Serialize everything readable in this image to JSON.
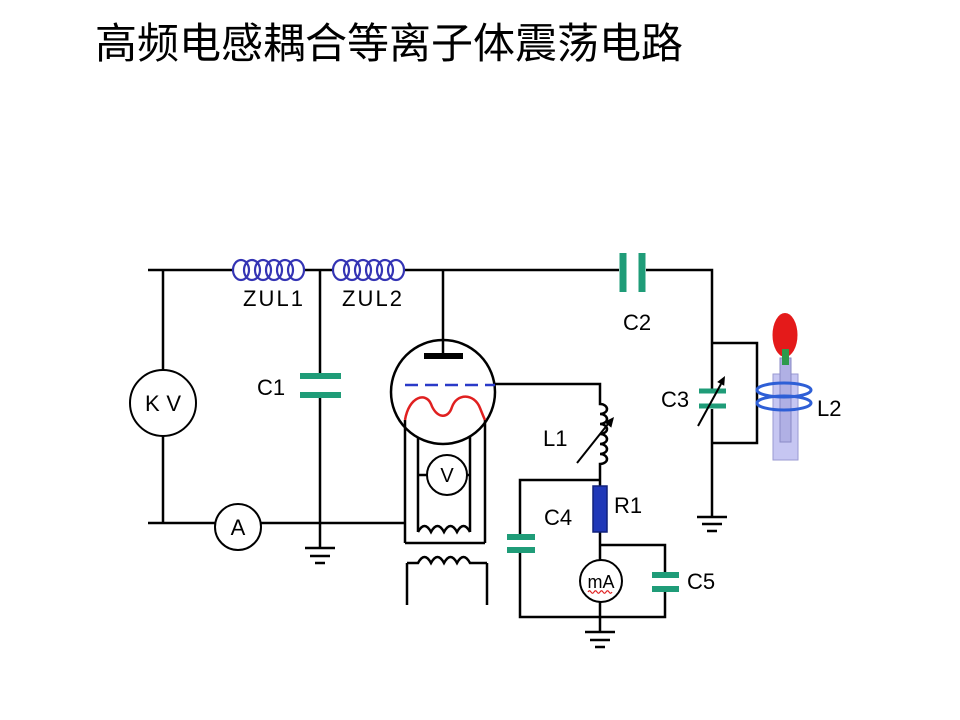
{
  "title": "高频电感耦合等离子体震荡电路",
  "labels": {
    "zul1": "ZUL1",
    "zul2": "ZUL2",
    "c1": "C1",
    "c2": "C2",
    "c3": "C3",
    "c4": "C4",
    "c5": "C5",
    "l1": "L1",
    "l2": "L2",
    "r1": "R1"
  },
  "meters": {
    "kv": "KV",
    "ammeter": "A",
    "voltmeter": "V",
    "milliammeter": "mA"
  },
  "colors": {
    "wire": "#000000",
    "choke_coil": "#3434b4",
    "capacitor": "#1f9c78",
    "resistor": "#2038b8",
    "grid": "#2a3ac8",
    "filament": "#e02020",
    "work_coil": "#2e5fd6",
    "torch": "#c6c6f2",
    "torch_inner": "#b0b0e4",
    "flame": "#e41a1a",
    "flame_base": "#2c9a4c",
    "squiggle": "#e02020"
  }
}
